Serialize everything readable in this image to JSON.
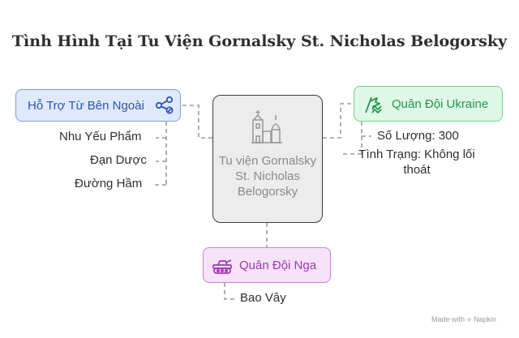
{
  "title": "Tình Hình Tại Tu Viện Gornalsky St. Nicholas Belogorsky",
  "center": {
    "label": "Tu viện Gornalsky St. Nicholas Belogorsky",
    "icon": "monastery-icon"
  },
  "external_support": {
    "label": "Hỗ Trợ Từ Bên Ngoài",
    "icon": "share-link-icon",
    "color": "#2c56b0",
    "items": [
      "Nhu Yếu Phẩm",
      "Đạn Dược",
      "Đường Hầm"
    ]
  },
  "ukraine_army": {
    "label": "Quân Đội Ukraine",
    "icon": "flag-shield-icon",
    "color": "#23984a",
    "items": [
      "Số Lượng: 300",
      "Tình Trạng: Không lối thoát"
    ]
  },
  "russian_army": {
    "label": "Quân Đội Nga",
    "icon": "tank-icon",
    "color": "#9b38b2",
    "items": [
      "Bao Vây"
    ]
  },
  "footer": "Made with ⟡ Napkin"
}
